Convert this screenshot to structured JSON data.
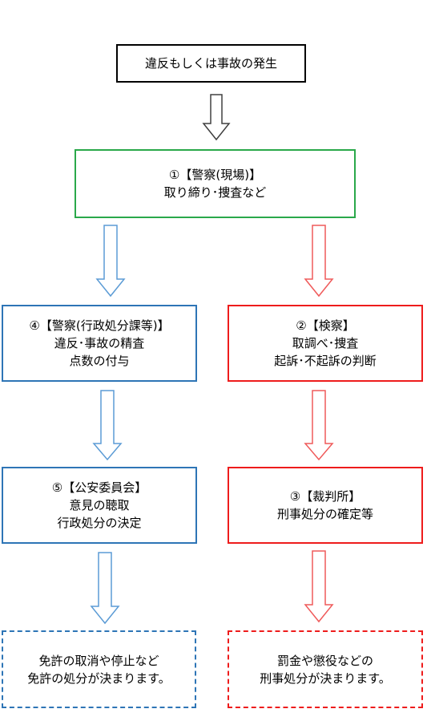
{
  "colors": {
    "neutral": "#000000",
    "police_field": "#2aa84a",
    "administrative": "#2e75b6",
    "criminal": "#ee1c1c",
    "neutral_arrow": "#404040",
    "admin_arrow": "#5b9bd5",
    "criminal_arrow": "#ef5a5a"
  },
  "nodes": {
    "start": {
      "line1": "違反もしくは事故の発生"
    },
    "police_field": {
      "line1": "①【警察(現場)】",
      "line2": "取り締り･捜査など"
    },
    "police_admin": {
      "line1": "④【警察(行政処分課等)】",
      "line2": "違反･事故の精査",
      "line3": "点数の付与"
    },
    "prosecutor": {
      "line1": "②【検察】",
      "line2": "取調べ･捜査",
      "line3": "起訴･不起訴の判断"
    },
    "commission": {
      "line1": "⑤【公安委員会】",
      "line2": "意見の聴取",
      "line3": "行政処分の決定"
    },
    "court": {
      "line1": "③【裁判所】",
      "line2": "刑事処分の確定等"
    },
    "result_admin": {
      "line1": "免許の取消や停止など",
      "line2": "免許の処分が決まります。"
    },
    "result_criminal": {
      "line1": "罰金や懲役などの",
      "line2": "刑事処分が決まります。"
    }
  },
  "edges": [
    {
      "from": "start",
      "to": "police_field",
      "style": "neutral"
    },
    {
      "from": "police_field",
      "to": "police_admin",
      "style": "administrative"
    },
    {
      "from": "police_field",
      "to": "prosecutor",
      "style": "criminal"
    },
    {
      "from": "police_admin",
      "to": "commission",
      "style": "administrative"
    },
    {
      "from": "prosecutor",
      "to": "court",
      "style": "criminal"
    },
    {
      "from": "commission",
      "to": "result_admin",
      "style": "administrative"
    },
    {
      "from": "court",
      "to": "result_criminal",
      "style": "criminal"
    }
  ]
}
